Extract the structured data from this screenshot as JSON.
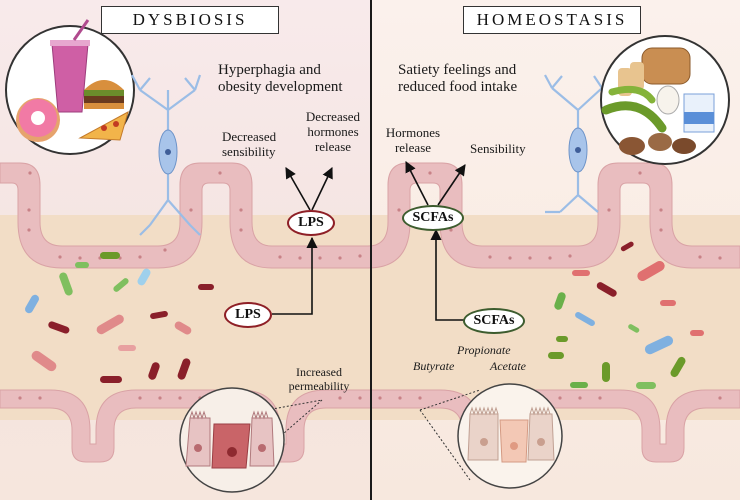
{
  "left": {
    "title": "DYSBIOSIS",
    "headline": [
      "Hyperphagia and",
      "obesity development"
    ],
    "effect_left": [
      "Decreased",
      "sensibility"
    ],
    "effect_right": [
      "Decreased",
      "hormones",
      "release"
    ],
    "badge_upper": "LPS",
    "badge_lower": "LPS",
    "permeability": [
      "Increased",
      "permeability"
    ],
    "icons": [
      "donut-icon",
      "milkshake-icon",
      "burger-icon",
      "pizza-icon",
      "neuron-icon",
      "bacteria-icon",
      "epithelial-cells-icon"
    ]
  },
  "right": {
    "title": "HOMEOSTASIS",
    "headline": [
      "Satiety feelings and",
      "reduced food intake"
    ],
    "effect_left": [
      "Hormones",
      "release"
    ],
    "effect_right": "Sensibility",
    "badge_upper": "SCFAs",
    "badge_lower": "SCFAs",
    "acids": {
      "propionate": "Propionate",
      "butyrate": "Butyrate",
      "acetate": "Acetate"
    },
    "icons": [
      "bread-icon",
      "egg-icon",
      "beans-icon",
      "milk-icon",
      "nuts-icon",
      "neuron-icon",
      "bacteria-icon",
      "epithelial-cells-icon"
    ]
  },
  "colors": {
    "left_bg": "#f5e7e8",
    "right_bg": "#f8ece5",
    "lumen": "#f3dcc4",
    "mucosa": "#ecc1c3",
    "lps_border": "#8e1f26",
    "scfa_border": "#3d5c2e",
    "neuron": "#aac6e8"
  }
}
